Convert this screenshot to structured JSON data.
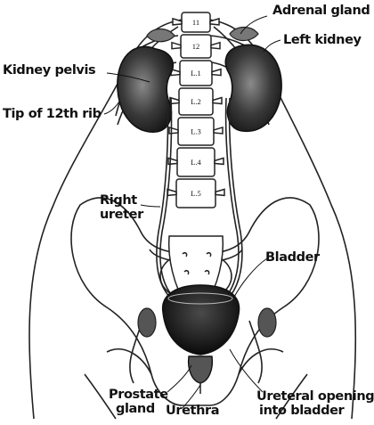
{
  "labels": {
    "adrenal_gland": "Adrenal gland",
    "left_kidney": "Left kidney",
    "kidney_pelvis": "Kidney pelvis",
    "tip_12th_rib": "Tip of 12th rib",
    "right_ureter_line1": "Right",
    "right_ureter_line2": "ureter",
    "bladder": "Bladder",
    "prostate_line1": "Prostate",
    "prostate_line2": "gland",
    "urethra": "Urethra",
    "ureteral_line1": "Ureteral opening",
    "ureteral_line2": "into bladder"
  },
  "vertebrae": [
    "11",
    "12",
    "L.1",
    "L.2",
    "L.3",
    "L.4",
    "L.5"
  ],
  "colors": {
    "ink": "#111111",
    "kidney_fill": "#3a3a3a",
    "bladder_fill": "#1e1e1e",
    "bone_fill": "#ffffff"
  }
}
